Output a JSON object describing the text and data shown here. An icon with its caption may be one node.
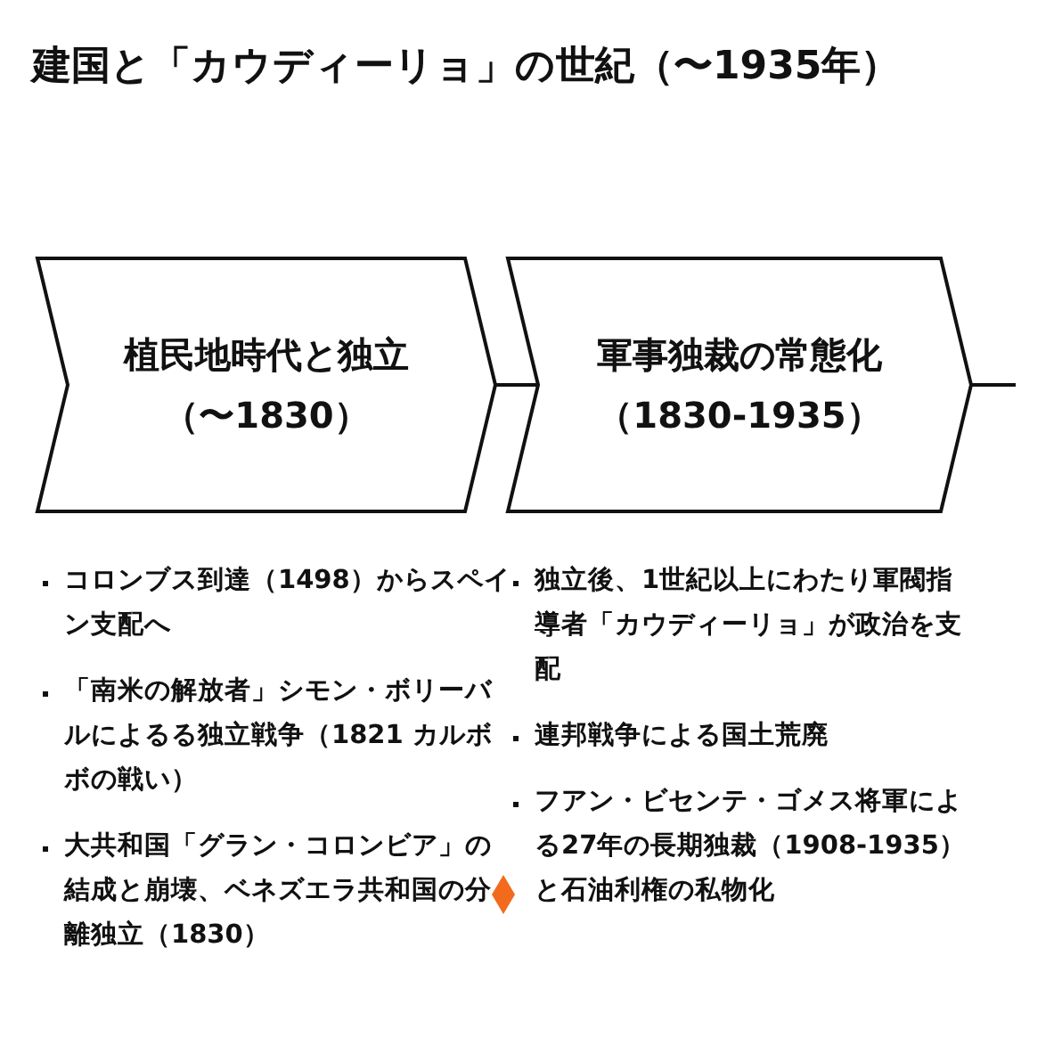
{
  "diagram": {
    "title": "建国と「カウディーリョ」の世紀（〜1935年）",
    "nodes": [
      {
        "text": [
          "植民地時代と独立",
          "（〜1830）"
        ],
        "beside": [
          "コロンブス到達（1498）からスペイン支配へ",
          "「南米の解放者」シモン・ボリーバルによるる独立戦争（1821 カルボボの戦い）",
          "大共和国「グラン・コロンビア」の結成と崩壊、ベネズエラ共和国の分離独立（1830）"
        ]
      },
      {
        "text": [
          "軍事独裁の常態化",
          "（1830-1935）"
        ],
        "beside": [
          "独立後、1世紀以上にわたり軍閥指導者「カウディーリョ」が政治を支配",
          "連邦戦争による国土荒廃",
          "フアン・ビセンテ・ゴメス将軍による27年の長期独裁（1908-1935）と石油利権の私物化"
        ]
      }
    ],
    "edges": [
      {
        "from": 0,
        "to": 1,
        "arrow": "none"
      },
      {
        "from": 1,
        "to": null,
        "arrow": "none"
      }
    ]
  }
}
